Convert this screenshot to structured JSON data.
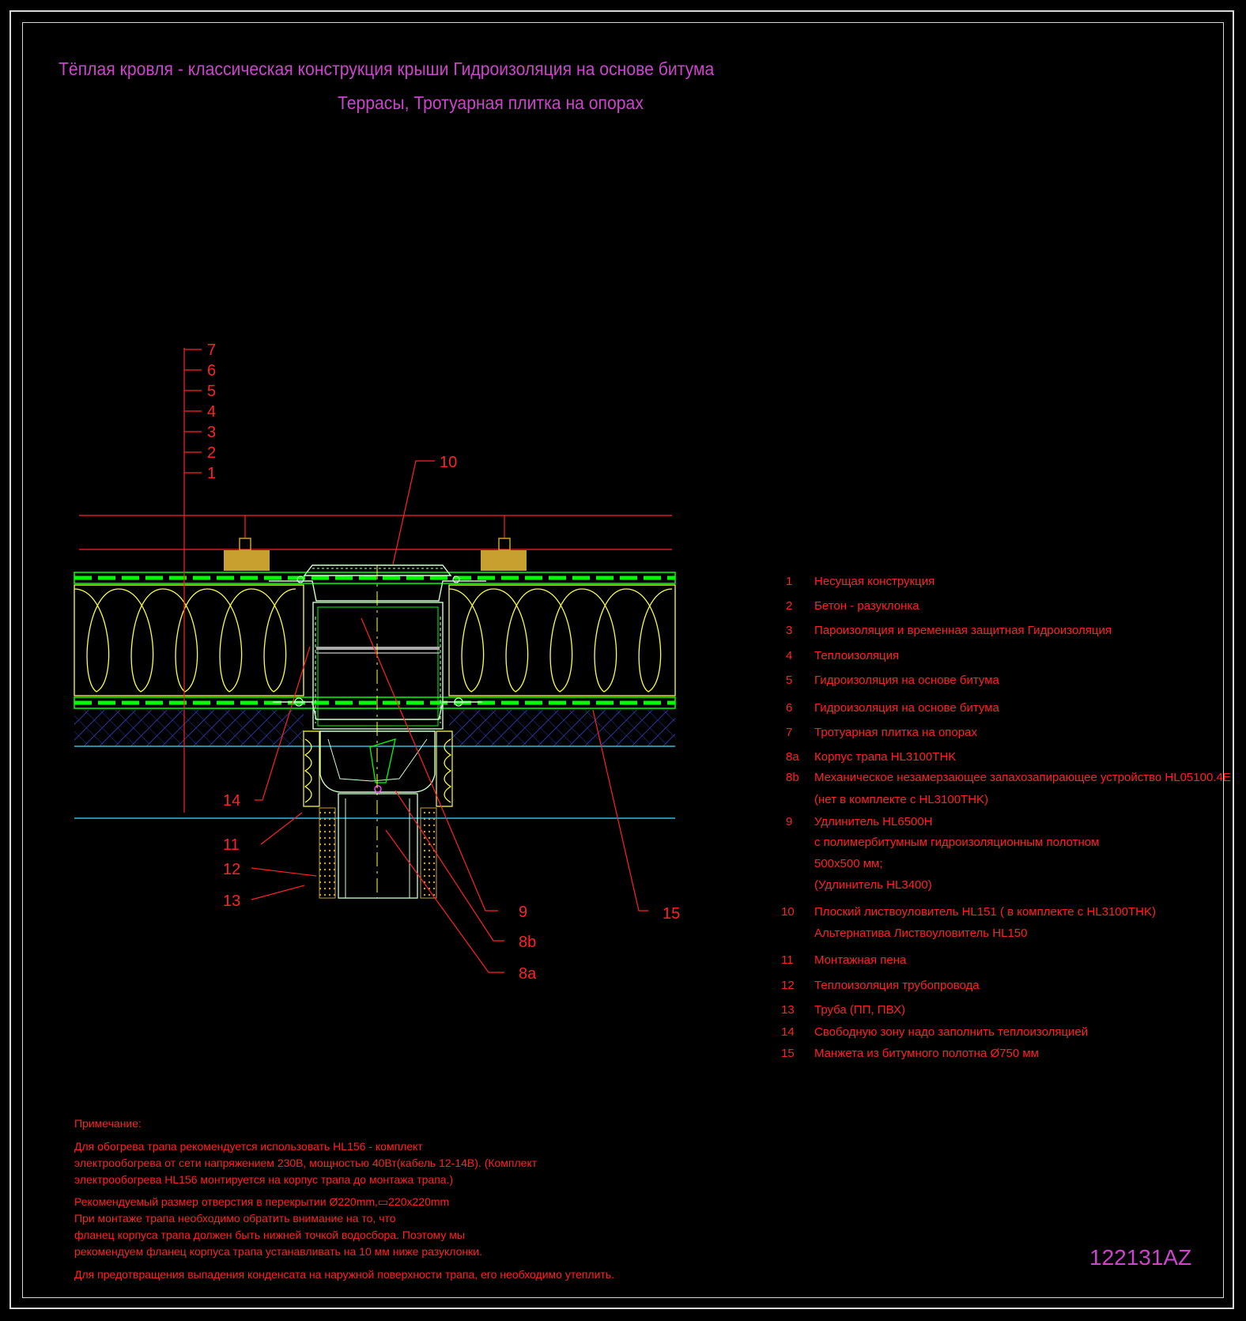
{
  "title": {
    "line1": "Тёплая кровля - классическая конструкция крыши Гидроизоляция на основе битума",
    "line2": "Террасы, Тротуарная плитка на опорах"
  },
  "layer_labels": [
    "7",
    "6",
    "5",
    "4",
    "3",
    "2",
    "1"
  ],
  "callouts": {
    "c10": "10",
    "c14": "14",
    "c11": "11",
    "c12": "12",
    "c13": "13",
    "c9": "9",
    "c8b": "8b",
    "c8a": "8a",
    "c15": "15"
  },
  "legend": [
    {
      "num": "1",
      "text": "Несущая конструкция"
    },
    {
      "num": "2",
      "text": "Бетон - разуклонка"
    },
    {
      "num": "3",
      "text": "Пароизоляция и временная защитная Гидроизоляция"
    },
    {
      "num": "4",
      "text": "Теплоизоляция"
    },
    {
      "num": "5",
      "text": "Гидроизоляция на основе битума"
    },
    {
      "num": "6",
      "text": "Гидроизоляция на основе битума"
    },
    {
      "num": "7",
      "text": "Тротуарная плитка на опорах"
    },
    {
      "num": "8a",
      "text": "Корпус трапа HL3100THK"
    },
    {
      "num": "8b",
      "text": "Механическое незамерзающее запахозапирающее устройство HL05100.4E"
    },
    {
      "num": "",
      "text": "(нет в комплекте с HL3100THK)"
    },
    {
      "num": "9",
      "text": "Удлинитель HL6500H"
    },
    {
      "num": "",
      "text": " с полимербитумным гидроизоляционным полотном"
    },
    {
      "num": "",
      "text": "500x500 мм;"
    },
    {
      "num": "",
      "text": "(Удлинитель HL3400)"
    },
    {
      "num": "10",
      "text": "Плоский листвоуловитель HL151 ( в комплекте с HL3100THK)"
    },
    {
      "num": "",
      "text": "Альтернатива Листвоуловитель HL150"
    },
    {
      "num": "11",
      "text": "Монтажная пена"
    },
    {
      "num": "12",
      "text": "Теплоизоляция трубопровода"
    },
    {
      "num": "13",
      "text": "Труба (ПП, ПВХ)"
    },
    {
      "num": "14",
      "text": " Свободную зону надо заполнить теплоизоляцией"
    },
    {
      "num": "15",
      "text": " Манжета из битумного полотна Ø750 мм"
    }
  ],
  "notes": {
    "heading": "Примечание:",
    "lines": [
      "Для обогрева трапа рекомендуется использовать HL156 - комплект",
      "электрообогрева от сети напряжением 230В, мощностью 40Вт(кабель 12-14В). (Комплект",
      "электрообогрева HL156 монтируется на корпус трапа до монтажа трапа.)",
      "Рекомендуемый размер отверстия в перекрытии Ø220mm,▭220x220mm",
      "При монтаже трапа необходимо обратить внимание на то, что",
      "фланец корпуса трапа должен быть нижней точкой водосбора. Поэтому мы",
      "рекомендуем фланец корпуса трапа устанавливать на 10 мм ниже разуклонки.",
      "Для предотвращения выпадения конденсата на наружной поверхности трапа, его необходимо утеплить."
    ]
  },
  "drawing_code": "122131AZ",
  "colors": {
    "title": "#cc44cc",
    "annotation": "#ff2222",
    "membrane": "#00ff00",
    "insulation": "#ffff44",
    "concrete_hatch": "#3344cc",
    "slab_line": "#33bbdd",
    "paver_support": "#c8a030",
    "drain_body": "#ccffcc",
    "frame": "#d8d8d8"
  }
}
